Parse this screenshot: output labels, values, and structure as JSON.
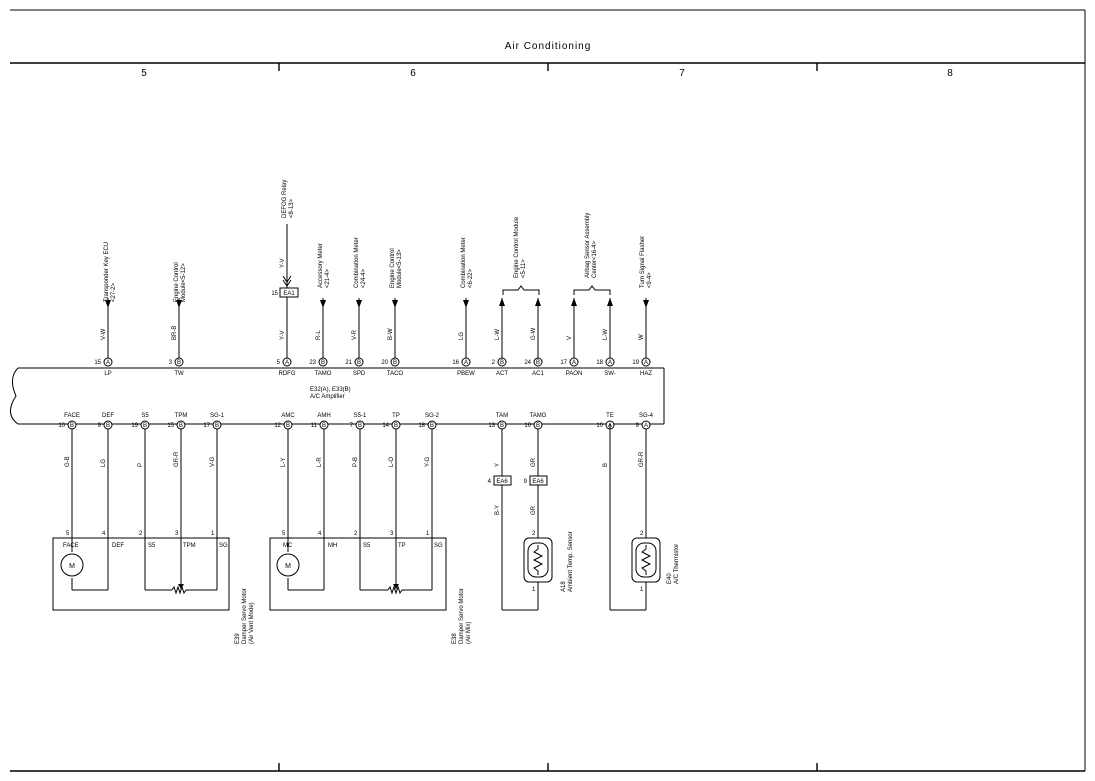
{
  "title": "Air Conditioning",
  "columns": [
    "5",
    "6",
    "7",
    "8"
  ],
  "amplifier": {
    "designator": "E32(A), E33(B)",
    "name": "A/C Amplifier"
  },
  "destinations": [
    {
      "id": "transponder",
      "lines": [
        "Transponder Key ECU",
        "<27-2>"
      ]
    },
    {
      "id": "ecm1",
      "lines": [
        "Engine Control",
        "Module<5-12>"
      ]
    },
    {
      "id": "defog",
      "lines": [
        "DEFOG Relay",
        "<8-13>"
      ]
    },
    {
      "id": "accessory",
      "lines": [
        "Accessory Meter",
        "<21-4>"
      ]
    },
    {
      "id": "combo1",
      "lines": [
        "Combination Meter",
        "<24-4>"
      ]
    },
    {
      "id": "ecm2",
      "lines": [
        "Engine Control",
        "Module<5-13>"
      ]
    },
    {
      "id": "combo2",
      "lines": [
        "Combination Meter",
        "<6-22>"
      ]
    },
    {
      "id": "ecm3",
      "lines": [
        "Engine Control Module",
        "<5-11>"
      ]
    },
    {
      "id": "airbag",
      "lines": [
        "Airbag Sensor Assembly",
        "Center<16-4>"
      ]
    },
    {
      "id": "turn",
      "lines": [
        "Turn Signal Flasher",
        "<9-4>"
      ]
    }
  ],
  "defog_wire_top": "Y-V",
  "junction_ea1": {
    "pin": "15",
    "name": "EA1"
  },
  "top_pins": [
    {
      "num": "15",
      "conn": "A",
      "label": "LP",
      "wire": "V-W"
    },
    {
      "num": "3",
      "conn": "B",
      "label": "TW",
      "wire": "BR-B"
    },
    {
      "num": "5",
      "conn": "A",
      "label": "RDFG",
      "wire": "Y-V"
    },
    {
      "num": "23",
      "conn": "B",
      "label": "TAMO",
      "wire": "R-L"
    },
    {
      "num": "21",
      "conn": "B",
      "label": "SPD",
      "wire": "V-R"
    },
    {
      "num": "20",
      "conn": "B",
      "label": "TACO",
      "wire": "B-W"
    },
    {
      "num": "16",
      "conn": "A",
      "label": "PBEW",
      "wire": "LG"
    },
    {
      "num": "2",
      "conn": "B",
      "label": "ACT",
      "wire": "L-W"
    },
    {
      "num": "24",
      "conn": "B",
      "label": "AC1",
      "wire": "G-W"
    },
    {
      "num": "17",
      "conn": "A",
      "label": "PAON",
      "wire": "V"
    },
    {
      "num": "18",
      "conn": "A",
      "label": "SW-",
      "wire": "L-W"
    },
    {
      "num": "19",
      "conn": "A",
      "label": "HAZ",
      "wire": "W"
    }
  ],
  "bottom_pins": [
    {
      "num": "10",
      "conn": "B",
      "label": "FACE",
      "wire": "G-B"
    },
    {
      "num": "9",
      "conn": "B",
      "label": "DEF",
      "wire": "LG"
    },
    {
      "num": "19",
      "conn": "B",
      "label": "S5",
      "wire": "P"
    },
    {
      "num": "15",
      "conn": "B",
      "label": "TPM",
      "wire": "GR-R"
    },
    {
      "num": "17",
      "conn": "B",
      "label": "SG-1",
      "wire": "V-G"
    },
    {
      "num": "12",
      "conn": "B",
      "label": "AMC",
      "wire": "L-Y"
    },
    {
      "num": "11",
      "conn": "B",
      "label": "AMH",
      "wire": "L-R"
    },
    {
      "num": "7",
      "conn": "B",
      "label": "S5-1",
      "wire": "P-B"
    },
    {
      "num": "14",
      "conn": "B",
      "label": "TP",
      "wire": "L-O"
    },
    {
      "num": "18",
      "conn": "B",
      "label": "SG-2",
      "wire": "Y-G"
    },
    {
      "num": "13",
      "conn": "B",
      "label": "TAM",
      "wire": "Y"
    },
    {
      "num": "16",
      "conn": "B",
      "label": "TAMG",
      "wire": "GR"
    },
    {
      "num": "10",
      "conn": "A",
      "label": "TE",
      "wire": "B"
    },
    {
      "num": "9",
      "conn": "A",
      "label": "SG-4",
      "wire": "GR-R"
    }
  ],
  "junction_ea6": [
    {
      "pin": "4",
      "name": "EA6",
      "wire_below": "B-Y"
    },
    {
      "pin": "9",
      "name": "EA6",
      "wire_below": "GR"
    }
  ],
  "motor_vent": {
    "designator": "E39",
    "name": "Damper Servo Motor",
    "sub": "(Air Vent Mode)",
    "motor_symbol": "M",
    "pins": [
      "5",
      "4",
      "2",
      "3",
      "1"
    ],
    "labels": [
      "FACE",
      "DEF",
      "S5",
      "TPM",
      "SG"
    ]
  },
  "motor_mix": {
    "designator": "E38",
    "name": "Damper Servo Motor",
    "sub": "(Air Mix)",
    "motor_symbol": "M",
    "pins": [
      "5",
      "4",
      "2",
      "3",
      "1"
    ],
    "labels": [
      "MC",
      "MH",
      "S5",
      "TP",
      "SG"
    ]
  },
  "sensor_ambient": {
    "designator": "A18",
    "name": "Ambient Temp. Sensor",
    "pins": [
      "2",
      "1"
    ]
  },
  "sensor_thermistor": {
    "designator": "E40",
    "name": "A/C Thermistor",
    "pins": [
      "2",
      "1"
    ]
  }
}
